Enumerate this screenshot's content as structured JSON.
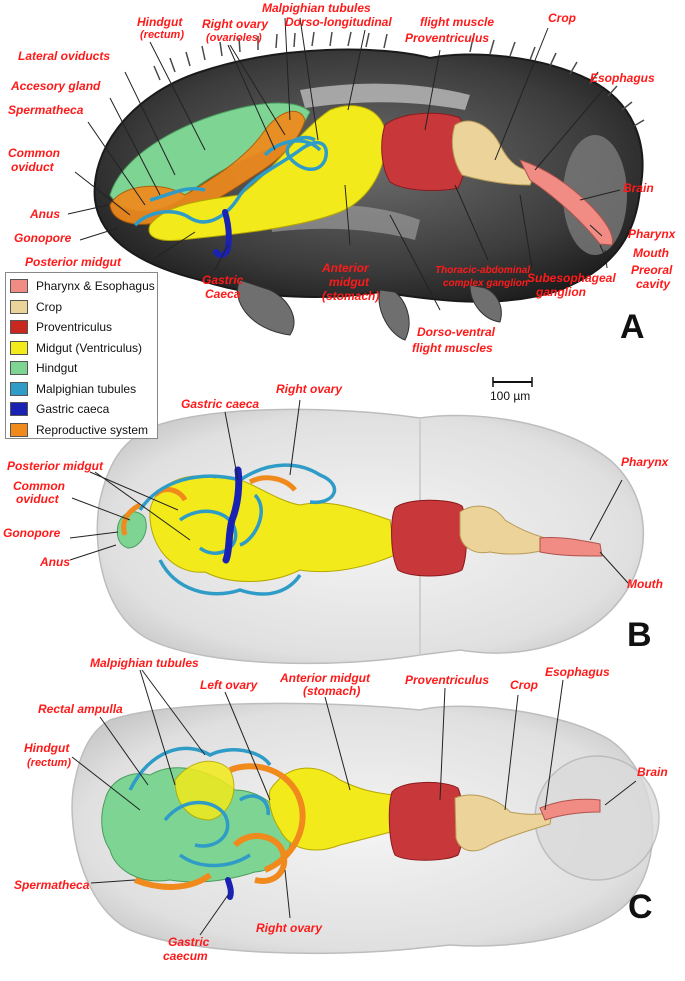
{
  "panels": {
    "a": "A",
    "b": "B",
    "c": "C"
  },
  "scale_bar": "100 µm",
  "legend": [
    {
      "label": "Pharynx & Esophagus",
      "color": "#f08c84"
    },
    {
      "label": "Crop",
      "color": "#ebd39a"
    },
    {
      "label": "Proventriculus",
      "color": "#c8281e"
    },
    {
      "label": "Midgut (Ventriculus)",
      "color": "#f2ea1a"
    },
    {
      "label": "Hindgut",
      "color": "#7dd493"
    },
    {
      "label": "Malpighian tubules",
      "color": "#2f9cc8"
    },
    {
      "label": "Gastric caeca",
      "color": "#1a22b4"
    },
    {
      "label": "Reproductive system",
      "color": "#f08a1c"
    }
  ],
  "labels_a": {
    "hindgut_l1": "Hindgut",
    "hindgut_l2": "(rectum)",
    "right_ovary_l1": "Right ovary",
    "right_ovary_l2": "(ovarioles)",
    "malpighian": "Malpighian  tubules",
    "dorso_long": "Dorso-longitudinal",
    "flight_muscle": "flight muscle",
    "proventriculus": "Proventriculus",
    "crop": "Crop",
    "lateral_oviducts": "Lateral oviducts",
    "accessory_gland": "Accesory gland",
    "spermatheca": "Spermatheca",
    "esophagus": "Esophagus",
    "common_oviduct_l1": "Common",
    "common_oviduct_l2": "oviduct",
    "brain": "Brain",
    "anus": "Anus",
    "gonopore": "Gonopore",
    "pharynx": "Pharynx",
    "mouth": "Mouth",
    "preoral_l1": "Preoral",
    "preoral_l2": "cavity",
    "posterior_midgut": "Posterior midgut",
    "gastric_l1": "Gastric",
    "gastric_l2": "Caeca",
    "anterior_l1": "Anterior",
    "anterior_l2": "midgut",
    "anterior_l3": "(stomach)",
    "thoracic_l1": "Thoracic-abdominal",
    "thoracic_l2": "complex ganglion",
    "subeso_l1": "Subesophageal",
    "subeso_l2": "ganglion",
    "dorsoventral_l1": "Dorso-ventral",
    "dorsoventral_l2": "flight muscles"
  },
  "labels_b": {
    "right_ovary": "Right ovary",
    "gastric_caeca": "Gastric caeca",
    "posterior_midgut": "Posterior midgut",
    "pharynx": "Pharynx",
    "common_oviduct_l1": "Common",
    "common_oviduct_l2": "oviduct",
    "gonopore": "Gonopore",
    "anus": "Anus",
    "mouth": "Mouth"
  },
  "labels_c": {
    "malpighian": "Malpighian  tubules",
    "left_ovary": "Left ovary",
    "anterior_l1": "Anterior midgut",
    "anterior_l2": "(stomach)",
    "proventriculus": "Proventriculus",
    "crop": "Crop",
    "esophagus": "Esophagus",
    "rectal_ampulla": "Rectal ampulla",
    "hindgut_l1": "Hindgut",
    "hindgut_l2": "(rectum)",
    "brain": "Brain",
    "spermatheca": "Spermatheca",
    "gastric_l1": "Gastric",
    "gastric_l2": "caecum",
    "right_ovary": "Right ovary"
  }
}
